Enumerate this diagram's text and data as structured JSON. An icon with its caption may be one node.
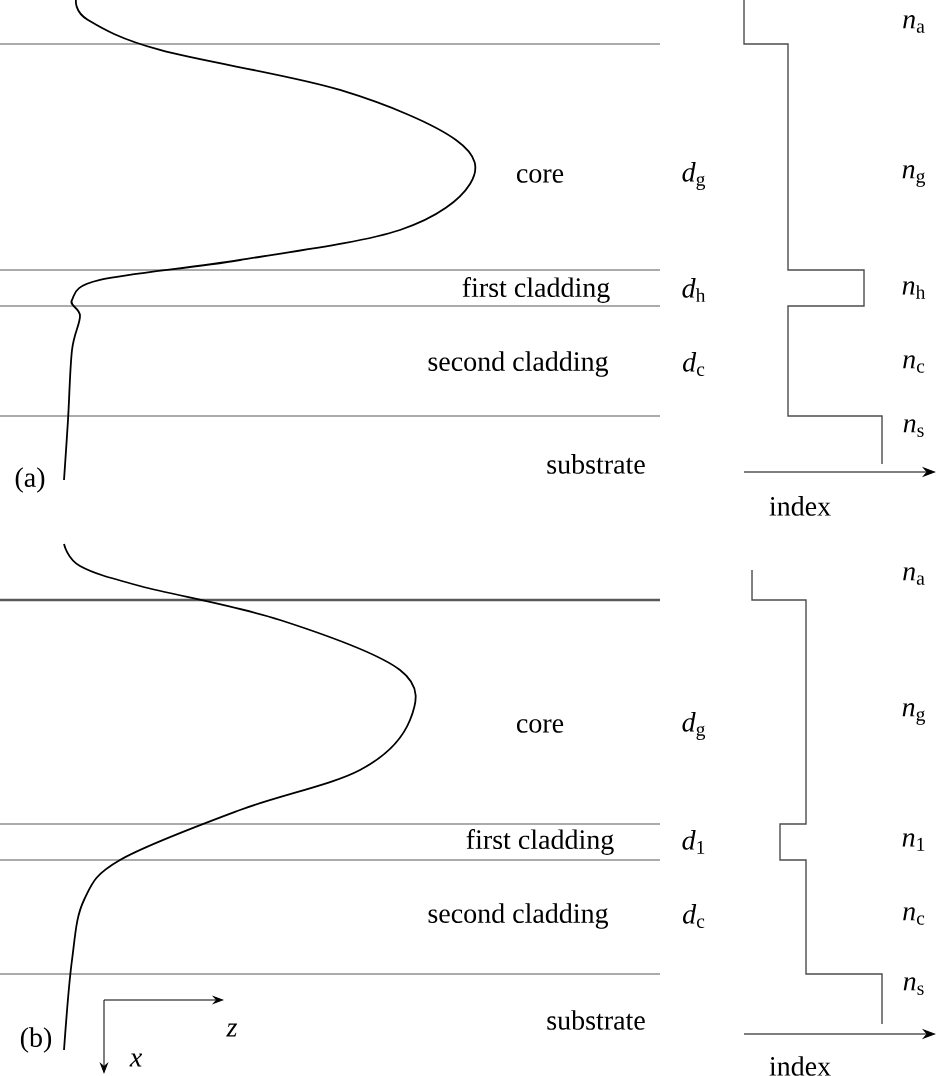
{
  "diagram": {
    "labels": [
      "*n*$_{a}$",
      "core",
      "*d*$_{g}$",
      "*n*$_{g}$",
      "first cladding",
      "*d*$_{h}$",
      "*n*$_{h}$",
      "second cladding",
      "*d*$_{c}$",
      "*n*$_{c}$",
      "*n*$_{s}$",
      "(a)",
      "substrate",
      "index",
      "*n*$_{a}$",
      "core",
      "*d*$_{g}$",
      "*n*$_{g}$",
      "first cladding",
      "*d*$_{1}$",
      "*n*$_{1}$",
      "second cladding",
      "*d*$_{c}$",
      "*n*$_{c}$",
      "*n*$_{s}$",
      "substrate",
      "(b)",
      "*z*",
      "*x*",
      "index"
    ]
  }
}
